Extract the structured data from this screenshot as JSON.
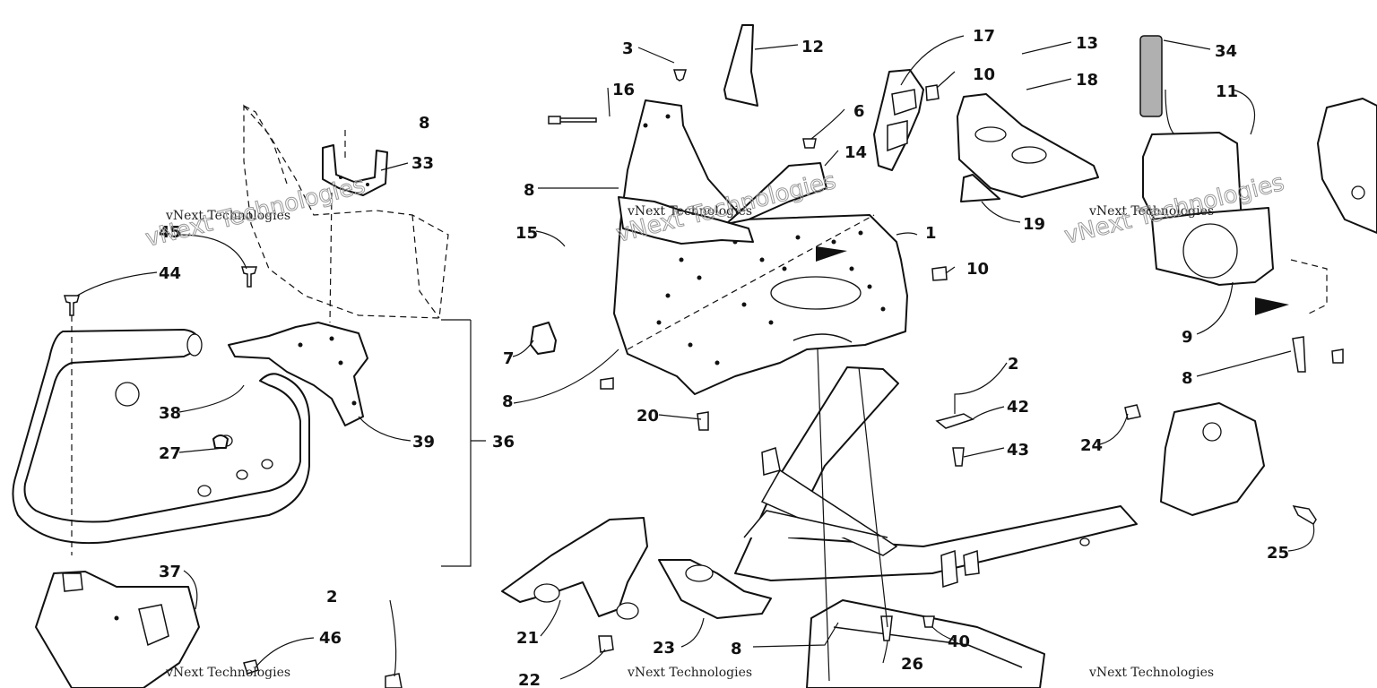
{
  "callouts": [
    {
      "id": "c1",
      "label": "1"
    },
    {
      "id": "c2a",
      "label": "2"
    },
    {
      "id": "c2b",
      "label": "2"
    },
    {
      "id": "c3",
      "label": "3"
    },
    {
      "id": "c6",
      "label": "6"
    },
    {
      "id": "c7",
      "label": "7"
    },
    {
      "id": "c8a",
      "label": "8"
    },
    {
      "id": "c8b",
      "label": "8"
    },
    {
      "id": "c8c",
      "label": "8"
    },
    {
      "id": "c8d",
      "label": "8"
    },
    {
      "id": "c8e",
      "label": "8"
    },
    {
      "id": "c9",
      "label": "9"
    },
    {
      "id": "c10a",
      "label": "10"
    },
    {
      "id": "c10b",
      "label": "10"
    },
    {
      "id": "c11",
      "label": "11"
    },
    {
      "id": "c12",
      "label": "12"
    },
    {
      "id": "c13",
      "label": "13"
    },
    {
      "id": "c14",
      "label": "14"
    },
    {
      "id": "c15",
      "label": "15"
    },
    {
      "id": "c16",
      "label": "16"
    },
    {
      "id": "c17",
      "label": "17"
    },
    {
      "id": "c18",
      "label": "18"
    },
    {
      "id": "c19",
      "label": "19"
    },
    {
      "id": "c20",
      "label": "20"
    },
    {
      "id": "c21",
      "label": "21"
    },
    {
      "id": "c22",
      "label": "22"
    },
    {
      "id": "c23",
      "label": "23"
    },
    {
      "id": "c24",
      "label": "24"
    },
    {
      "id": "c25",
      "label": "25"
    },
    {
      "id": "c26",
      "label": "26"
    },
    {
      "id": "c27",
      "label": "27"
    },
    {
      "id": "c33",
      "label": "33"
    },
    {
      "id": "c34",
      "label": "34"
    },
    {
      "id": "c36",
      "label": "36"
    },
    {
      "id": "c37",
      "label": "37"
    },
    {
      "id": "c38",
      "label": "38"
    },
    {
      "id": "c39",
      "label": "39"
    },
    {
      "id": "c40",
      "label": "40"
    },
    {
      "id": "c42",
      "label": "42"
    },
    {
      "id": "c43",
      "label": "43"
    },
    {
      "id": "c44",
      "label": "44"
    },
    {
      "id": "c45",
      "label": "45"
    },
    {
      "id": "c46",
      "label": "46"
    }
  ],
  "watermark": {
    "line1": "vNext Technologies",
    "line2": "vNext Technologies"
  }
}
